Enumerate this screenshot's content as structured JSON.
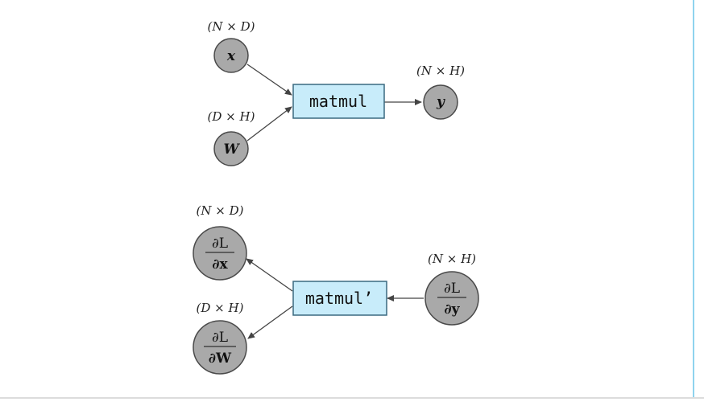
{
  "forward": {
    "op": "matmul",
    "x": {
      "label": "x",
      "dims": "(N × D)"
    },
    "w": {
      "label": "W",
      "dims": "(D × H)"
    },
    "y": {
      "label": "y",
      "dims": "(N × H)"
    }
  },
  "backward": {
    "op": "matmul’",
    "dx": {
      "num": "∂L",
      "den": "∂x",
      "dims": "(N × D)"
    },
    "dw": {
      "num": "∂L",
      "den": "∂W",
      "dims": "(D × H)"
    },
    "dy": {
      "num": "∂L",
      "den": "∂y",
      "dims": "(N × H)"
    }
  },
  "colors": {
    "node_fill": "#a9a9a9",
    "node_stroke": "#4a4a4a",
    "op_fill": "#c8ecfa",
    "op_stroke": "#3a6a80",
    "edge": "#444444",
    "right_rule": "#8fd3ee"
  }
}
